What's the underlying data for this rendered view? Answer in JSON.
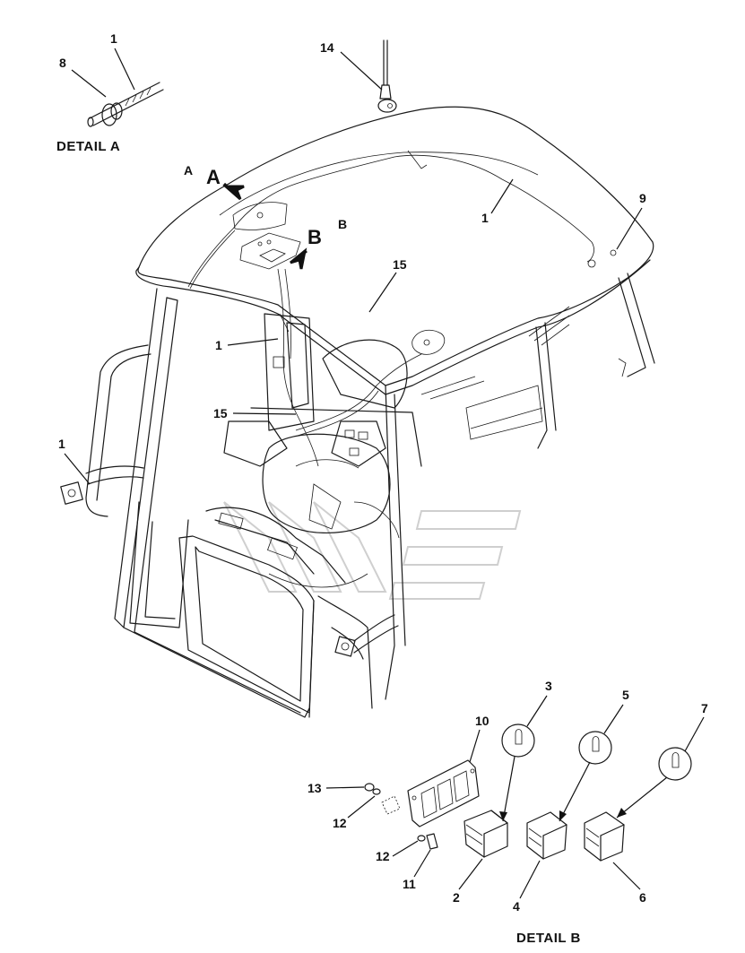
{
  "captions": {
    "detail_a": "DETAIL A",
    "detail_b": "DETAIL B"
  },
  "view_markers": {
    "a_small": "A",
    "b_small": "B",
    "a_arrow": "A",
    "b_arrow": "B"
  },
  "callouts": {
    "c1_detail_a": "1",
    "c8": "8",
    "c14": "14",
    "c1_roof": "1",
    "c9": "9",
    "c15_roof": "15",
    "c1_pillar": "1",
    "c15_console": "15",
    "c1_left": "1",
    "c3": "3",
    "c5": "5",
    "c7": "7",
    "c10": "10",
    "c13": "13",
    "c12_upper": "12",
    "c12_lower": "12",
    "c11": "11",
    "c2": "2",
    "c4": "4",
    "c6": "6"
  }
}
